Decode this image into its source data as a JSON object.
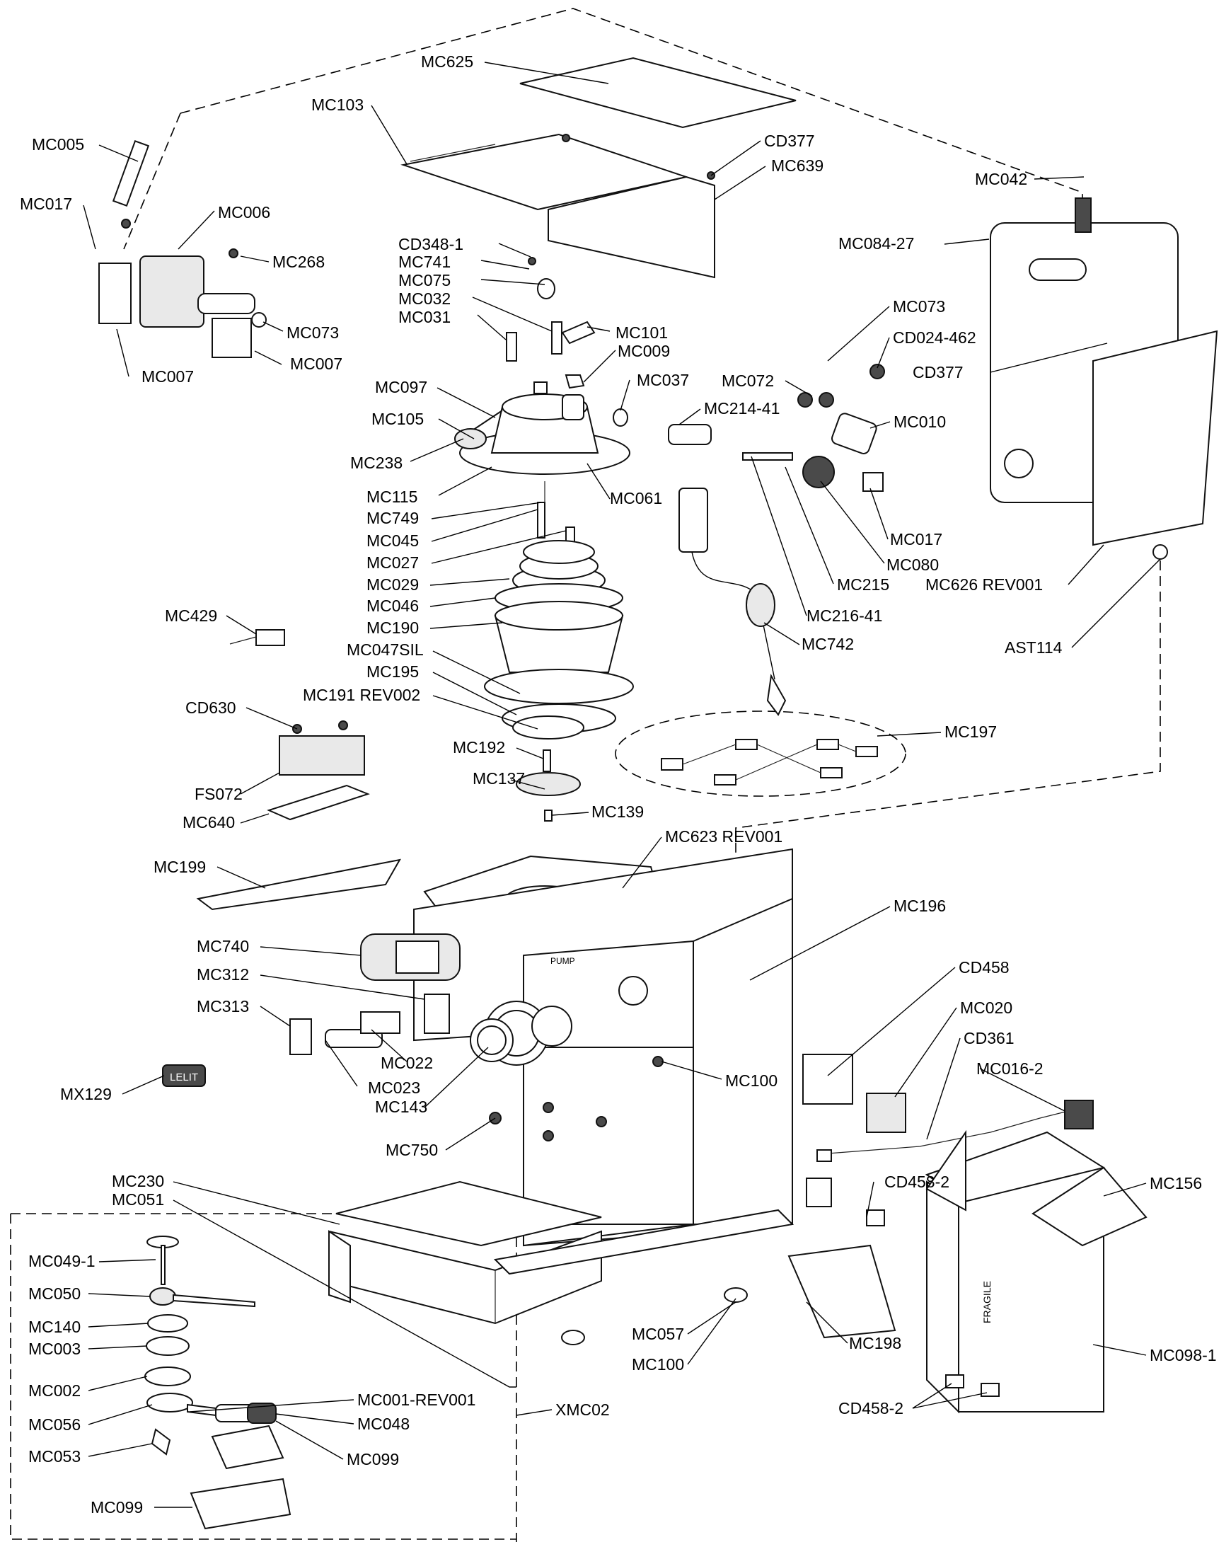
{
  "labels": [
    {
      "id": "MC625",
      "text": "MC625"
    },
    {
      "id": "MC103",
      "text": "MC103"
    },
    {
      "id": "CD377_a",
      "text": "CD377"
    },
    {
      "id": "MC639",
      "text": "MC639"
    },
    {
      "id": "MC005",
      "text": "MC005"
    },
    {
      "id": "MC017_a",
      "text": "MC017"
    },
    {
      "id": "MC006",
      "text": "MC006"
    },
    {
      "id": "MC268",
      "text": "MC268"
    },
    {
      "id": "MC073_a",
      "text": "MC073"
    },
    {
      "id": "MC007_a",
      "text": "MC007"
    },
    {
      "id": "MC007_b",
      "text": "MC007"
    },
    {
      "id": "CD348-1",
      "text": "CD348-1"
    },
    {
      "id": "MC741",
      "text": "MC741"
    },
    {
      "id": "MC075",
      "text": "MC075"
    },
    {
      "id": "MC032",
      "text": "MC032"
    },
    {
      "id": "MC031",
      "text": "MC031"
    },
    {
      "id": "MC101",
      "text": "MC101"
    },
    {
      "id": "MC009",
      "text": "MC009"
    },
    {
      "id": "MC037",
      "text": "MC037"
    },
    {
      "id": "MC097",
      "text": "MC097"
    },
    {
      "id": "MC105",
      "text": "MC105"
    },
    {
      "id": "MC238",
      "text": "MC238"
    },
    {
      "id": "MC115",
      "text": "MC115"
    },
    {
      "id": "MC749",
      "text": "MC749"
    },
    {
      "id": "MC061",
      "text": "MC061"
    },
    {
      "id": "MC045",
      "text": "MC045"
    },
    {
      "id": "MC027",
      "text": "MC027"
    },
    {
      "id": "MC029",
      "text": "MC029"
    },
    {
      "id": "MC046",
      "text": "MC046"
    },
    {
      "id": "MC190",
      "text": "MC190"
    },
    {
      "id": "MC047SIL",
      "text": "MC047SIL"
    },
    {
      "id": "MC195",
      "text": "MC195"
    },
    {
      "id": "MC191REV002",
      "text": "MC191 REV002"
    },
    {
      "id": "MC192",
      "text": "MC192"
    },
    {
      "id": "MC137",
      "text": "MC137"
    },
    {
      "id": "MC139",
      "text": "MC139"
    },
    {
      "id": "MC429",
      "text": "MC429"
    },
    {
      "id": "CD630",
      "text": "CD630"
    },
    {
      "id": "FS072",
      "text": "FS072"
    },
    {
      "id": "MC640",
      "text": "MC640"
    },
    {
      "id": "MC042",
      "text": "MC042"
    },
    {
      "id": "MC084-27",
      "text": "MC084-27"
    },
    {
      "id": "MC073_b",
      "text": "MC073"
    },
    {
      "id": "CD024-462",
      "text": "CD024-462"
    },
    {
      "id": "CD377_b",
      "text": "CD377"
    },
    {
      "id": "MC072",
      "text": "MC072"
    },
    {
      "id": "MC214-41",
      "text": "MC214-41"
    },
    {
      "id": "MC010",
      "text": "MC010"
    },
    {
      "id": "MC017_b",
      "text": "MC017"
    },
    {
      "id": "MC080",
      "text": "MC080"
    },
    {
      "id": "MC215",
      "text": "MC215"
    },
    {
      "id": "MC626REV001",
      "text": "MC626 REV001"
    },
    {
      "id": "MC216-41",
      "text": "MC216-41"
    },
    {
      "id": "AST114",
      "text": "AST114"
    },
    {
      "id": "MC742",
      "text": "MC742"
    },
    {
      "id": "MC197",
      "text": "MC197"
    },
    {
      "id": "MC623REV001",
      "text": "MC623 REV001"
    },
    {
      "id": "MC199",
      "text": "MC199"
    },
    {
      "id": "MC196",
      "text": "MC196"
    },
    {
      "id": "MC740",
      "text": "MC740"
    },
    {
      "id": "MC312",
      "text": "MC312"
    },
    {
      "id": "MC313",
      "text": "MC313"
    },
    {
      "id": "CD458",
      "text": "CD458"
    },
    {
      "id": "MC020",
      "text": "MC020"
    },
    {
      "id": "CD361",
      "text": "CD361"
    },
    {
      "id": "MC016-2",
      "text": "MC016-2"
    },
    {
      "id": "MC022",
      "text": "MC022"
    },
    {
      "id": "MX129",
      "text": "MX129"
    },
    {
      "id": "MC023",
      "text": "MC023"
    },
    {
      "id": "MC143",
      "text": "MC143"
    },
    {
      "id": "MC100_a",
      "text": "MC100"
    },
    {
      "id": "MC750",
      "text": "MC750"
    },
    {
      "id": "CD458-2_a",
      "text": "CD458-2"
    },
    {
      "id": "MC156",
      "text": "MC156"
    },
    {
      "id": "MC230",
      "text": "MC230"
    },
    {
      "id": "MC051",
      "text": "MC051"
    },
    {
      "id": "MC049-1",
      "text": "MC049-1"
    },
    {
      "id": "MC050",
      "text": "MC050"
    },
    {
      "id": "MC140",
      "text": "MC140"
    },
    {
      "id": "MC003",
      "text": "MC003"
    },
    {
      "id": "MC002",
      "text": "MC002"
    },
    {
      "id": "MC056",
      "text": "MC056"
    },
    {
      "id": "MC053",
      "text": "MC053"
    },
    {
      "id": "MC099_a",
      "text": "MC099"
    },
    {
      "id": "MC001-REV001",
      "text": "MC001-REV001"
    },
    {
      "id": "MC048",
      "text": "MC048"
    },
    {
      "id": "MC099_b",
      "text": "MC099"
    },
    {
      "id": "XMC02",
      "text": "XMC02"
    },
    {
      "id": "MC057",
      "text": "MC057"
    },
    {
      "id": "MC100_b",
      "text": "MC100"
    },
    {
      "id": "MC198",
      "text": "MC198"
    },
    {
      "id": "MC098-1",
      "text": "MC098-1"
    },
    {
      "id": "CD458-2_b",
      "text": "CD458-2"
    }
  ],
  "panel_text": {
    "lelit_badge": "LELIT",
    "fragile_box": "FRAGILE",
    "pump_marking": "PUMP"
  }
}
